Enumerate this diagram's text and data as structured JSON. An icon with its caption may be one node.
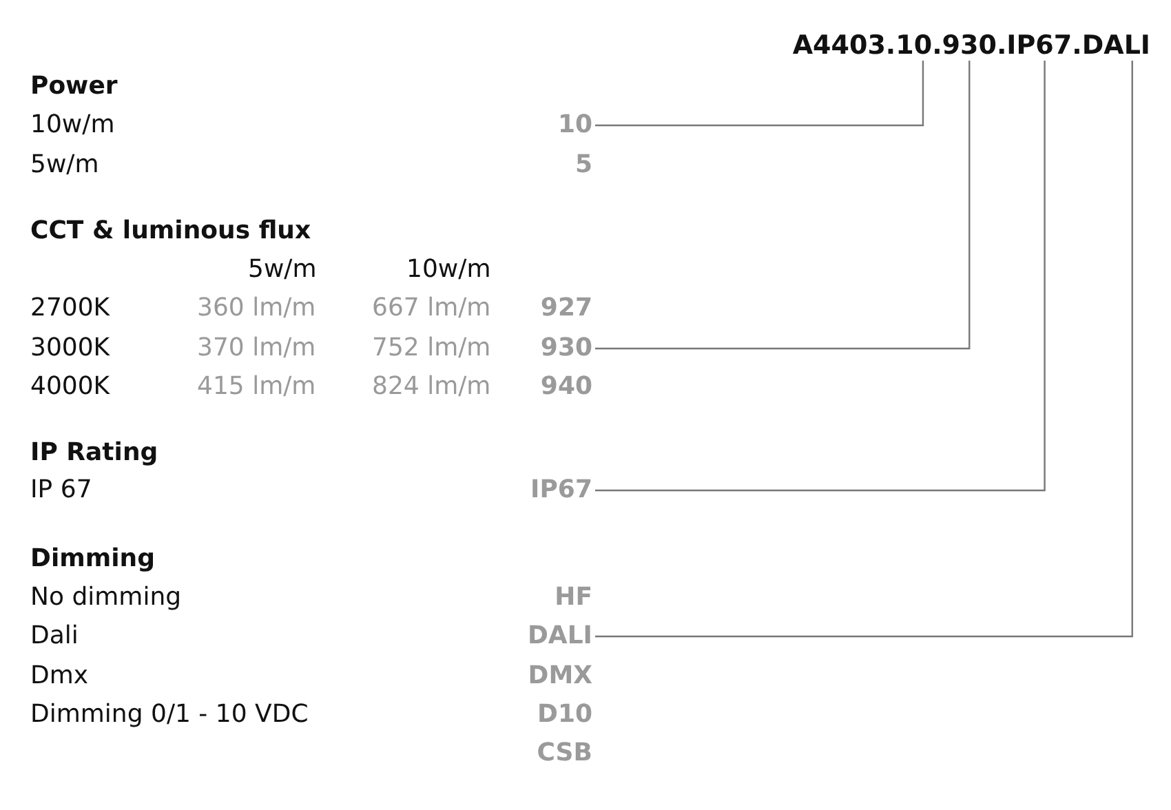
{
  "diagram": {
    "nodes": [
      {
        "text": [
          "A4403.10.930.IP67.DALI"
        ]
      },
      {
        "text": [
          "10"
        ]
      },
      {
        "text": [
          "930"
        ]
      },
      {
        "text": [
          "IP67"
        ]
      },
      {
        "text": [
          "DALI"
        ]
      }
    ],
    "edges": [
      {
        "from": 1,
        "to": 0,
        "arrow": "none"
      },
      {
        "from": 2,
        "to": 0,
        "arrow": "none"
      },
      {
        "from": 3,
        "to": 0,
        "arrow": "none"
      },
      {
        "from": 4,
        "to": 0,
        "arrow": "none"
      }
    ],
    "labels": [
      "Power",
      "10w/m",
      "5w/m",
      "5",
      "CCT & luminous flux",
      "5w/m",
      "10w/m",
      "2700K",
      "360 lm/m",
      "667 lm/m",
      "927",
      "3000K",
      "370 lm/m",
      "752 lm/m",
      "4000K",
      "415 lm/m",
      "824 lm/m",
      "940",
      "IP Rating",
      "IP 67",
      "Dimming",
      "No dimming",
      "HF",
      "Dali",
      "Dmx",
      "DMX",
      "Dimming 0/1 - 10 VDC",
      "D10",
      "CSB"
    ]
  }
}
